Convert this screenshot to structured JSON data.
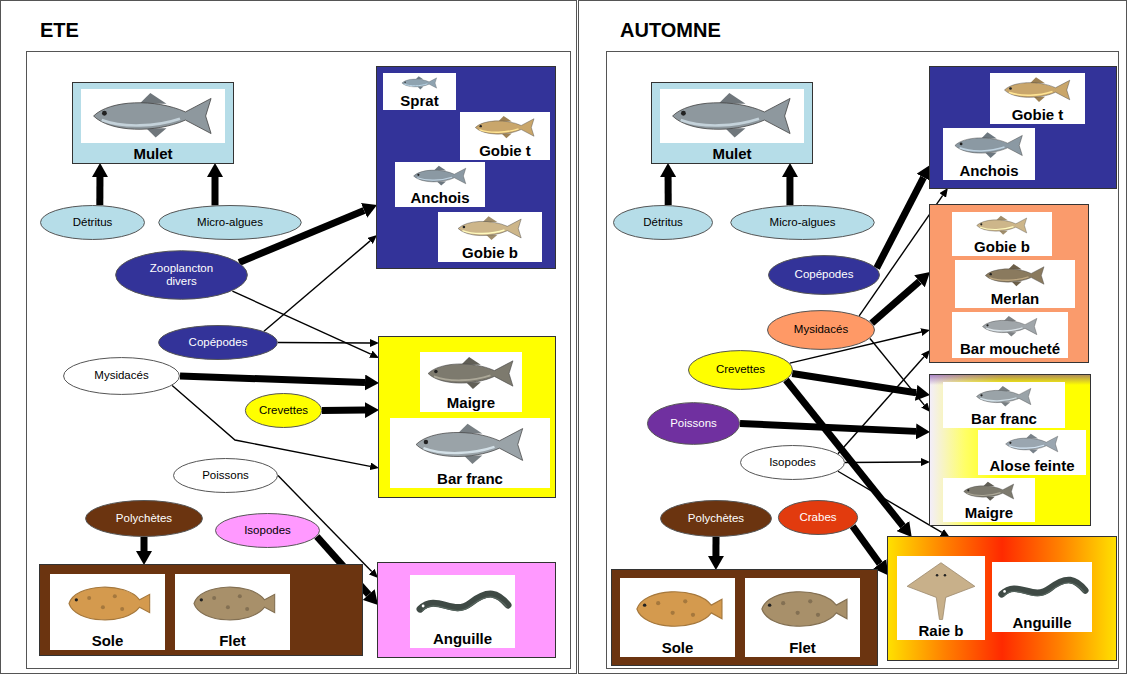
{
  "diagram": {
    "nodes": [
      {
        "text": [
          "ETE"
        ]
      },
      {
        "text": [
          "Mulet"
        ],
        "in": 0
      },
      {
        "text": [
          "Détritus"
        ],
        "in": 0
      },
      {
        "text": [
          "Micro-algues"
        ],
        "in": 0
      },
      {
        "text": [],
        "in": 0
      },
      {
        "text": [
          "Sprat"
        ],
        "in": 4
      },
      {
        "text": [
          "Gobie t"
        ],
        "in": 4
      },
      {
        "text": [
          "Anchois"
        ],
        "in": 4
      },
      {
        "text": [
          "Gobie b"
        ],
        "in": 4
      },
      {
        "text": [
          "Zooplancton divers"
        ],
        "in": 0
      },
      {
        "text": [
          "Copépodes"
        ],
        "in": 0
      },
      {
        "text": [
          "Mysidacés"
        ],
        "in": 0
      },
      {
        "text": [],
        "in": 0
      },
      {
        "text": [
          "Maigre"
        ],
        "in": 12
      },
      {
        "text": [
          "Bar franc"
        ],
        "in": 12
      },
      {
        "text": [
          "Crevettes"
        ],
        "in": 0
      },
      {
        "text": [
          "Poissons"
        ],
        "in": 0
      },
      {
        "text": [
          "Polychètes"
        ],
        "in": 0
      },
      {
        "text": [
          "Isopodes"
        ],
        "in": 0
      },
      {
        "text": [],
        "in": 0
      },
      {
        "text": [
          "Sole"
        ],
        "in": 19
      },
      {
        "text": [
          "Flet"
        ],
        "in": 19
      },
      {
        "text": [],
        "in": 0
      },
      {
        "text": [
          "Anguille"
        ],
        "in": 22
      },
      {
        "text": [
          "AUTOMNE"
        ]
      },
      {
        "text": [
          "Mulet"
        ],
        "in": 24
      },
      {
        "text": [
          "Détritus"
        ],
        "in": 24
      },
      {
        "text": [
          "Micro-algues"
        ],
        "in": 24
      },
      {
        "text": [],
        "in": 24
      },
      {
        "text": [
          "Gobie t"
        ],
        "in": 28
      },
      {
        "text": [
          "Anchois"
        ],
        "in": 28
      },
      {
        "text": [],
        "in": 24
      },
      {
        "text": [
          "Gobie b"
        ],
        "in": 31
      },
      {
        "text": [
          "Merlan"
        ],
        "in": 31
      },
      {
        "text": [
          "Bar moucheté"
        ],
        "in": 31
      },
      {
        "text": [
          "Copépodes"
        ],
        "in": 24
      },
      {
        "text": [
          "Mysidacés"
        ],
        "in": 24
      },
      {
        "text": [
          "Crevettes"
        ],
        "in": 24
      },
      {
        "text": [],
        "in": 24
      },
      {
        "text": [
          "Bar franc"
        ],
        "in": 38
      },
      {
        "text": [
          "Alose feinte"
        ],
        "in": 38
      },
      {
        "text": [
          "Maigre"
        ],
        "in": 38
      },
      {
        "text": [
          "Poissons"
        ],
        "in": 24
      },
      {
        "text": [
          "Isopodes"
        ],
        "in": 24
      },
      {
        "text": [
          "Polychètes"
        ],
        "in": 24
      },
      {
        "text": [
          "Crabes"
        ],
        "in": 24
      },
      {
        "text": [],
        "in": 24
      },
      {
        "text": [
          "Sole"
        ],
        "in": 46
      },
      {
        "text": [
          "Flet"
        ],
        "in": 46
      },
      {
        "text": [],
        "in": 24
      },
      {
        "text": [
          "Raie b"
        ],
        "in": 49
      },
      {
        "text": [
          "Anguille"
        ],
        "in": 49
      }
    ],
    "edges": [
      {
        "from": 2,
        "to": 1,
        "arrow": "to"
      },
      {
        "from": 3,
        "to": 1,
        "arrow": "to"
      },
      {
        "from": 9,
        "to": 4,
        "arrow": "to"
      },
      {
        "from": 10,
        "to": 4,
        "arrow": "to"
      },
      {
        "from": 9,
        "to": 12,
        "arrow": "to"
      },
      {
        "from": 10,
        "to": 12,
        "arrow": "to"
      },
      {
        "from": 11,
        "to": 12,
        "arrow": "to"
      },
      {
        "from": 15,
        "to": 12,
        "arrow": "to"
      },
      {
        "from": 11,
        "to": 12,
        "arrow": "to"
      },
      {
        "from": 16,
        "to": 22,
        "arrow": "to"
      },
      {
        "from": 18,
        "to": 22,
        "arrow": "to"
      },
      {
        "from": 17,
        "to": 19,
        "arrow": "to"
      },
      {
        "from": 26,
        "to": 25,
        "arrow": "to"
      },
      {
        "from": 27,
        "to": 25,
        "arrow": "to"
      },
      {
        "from": 35,
        "to": 28,
        "arrow": "to"
      },
      {
        "from": 36,
        "to": 28,
        "arrow": "to"
      },
      {
        "from": 36,
        "to": 31,
        "arrow": "to"
      },
      {
        "from": 37,
        "to": 31,
        "arrow": "to"
      },
      {
        "from": 43,
        "to": 31,
        "arrow": "to"
      },
      {
        "from": 36,
        "to": 38,
        "arrow": "to"
      },
      {
        "from": 37,
        "to": 38,
        "arrow": "to"
      },
      {
        "from": 42,
        "to": 38,
        "arrow": "to"
      },
      {
        "from": 43,
        "to": 38,
        "arrow": "to"
      },
      {
        "from": 37,
        "to": 49,
        "arrow": "to"
      },
      {
        "from": 43,
        "to": 49,
        "arrow": "to"
      },
      {
        "from": 45,
        "to": 49,
        "arrow": "to"
      },
      {
        "from": 44,
        "to": 46,
        "arrow": "to"
      }
    ]
  }
}
